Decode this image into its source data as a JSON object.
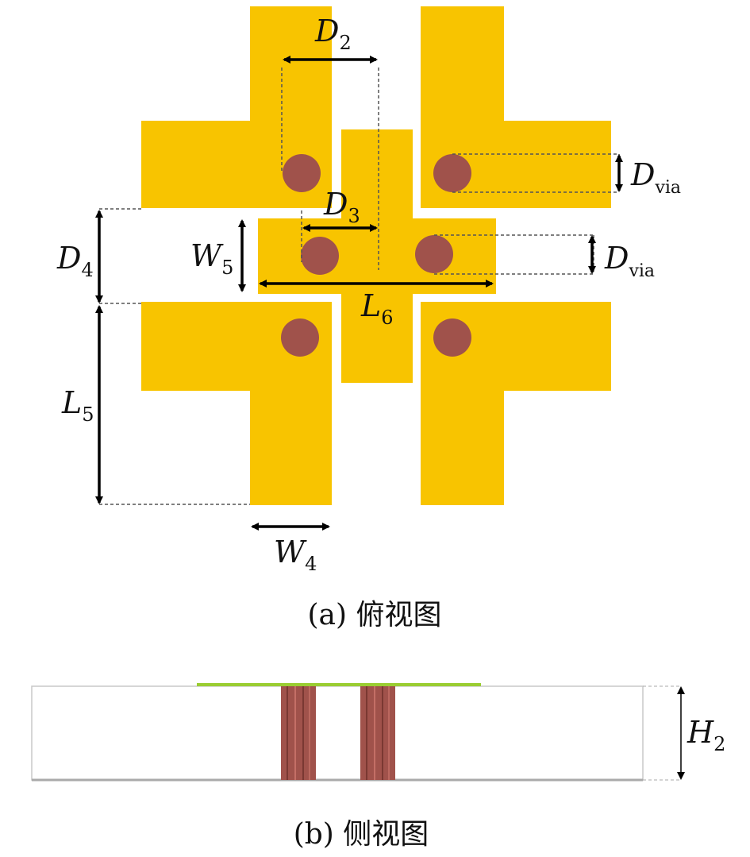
{
  "colors": {
    "patch": "#F8C400",
    "via": "#A0524B",
    "substrate_edge": "#c8c8c8",
    "top_layer": "#9ACD32",
    "dimension": "#000000"
  },
  "labels": {
    "D2": {
      "main": "D",
      "sub": "2"
    },
    "D3": {
      "main": "D",
      "sub": "3"
    },
    "D4": {
      "main": "D",
      "sub": "4"
    },
    "L5": {
      "main": "L",
      "sub": "5"
    },
    "L6": {
      "main": "L",
      "sub": "6"
    },
    "W4": {
      "main": "W",
      "sub": "4"
    },
    "W5": {
      "main": "W",
      "sub": "5"
    },
    "Dvia_top": {
      "main": "D",
      "sub": "via"
    },
    "Dvia_mid": {
      "main": "D",
      "sub": "via"
    },
    "H2": {
      "main": "H",
      "sub": "2"
    }
  },
  "captions": {
    "top_view": "(a) 俯视图",
    "side_view": "(b) 侧视图"
  }
}
